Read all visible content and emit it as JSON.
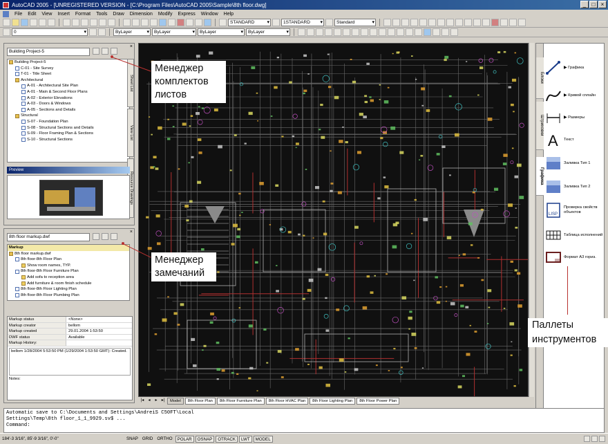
{
  "window": {
    "title": "AutoCAD 2005 - [UNREGISTERED VERSION - [C:\\Program Files\\AutoCAD 2005\\Sample\\8th floor.dwg]"
  },
  "menu": [
    "File",
    "Edit",
    "View",
    "Insert",
    "Format",
    "Tools",
    "Draw",
    "Dimension",
    "Modify",
    "Express",
    "Window",
    "Help"
  ],
  "toolbar": {
    "text_style": "STANDARD",
    "dim_style": "1STANDARD",
    "table_style": "Standard",
    "layer": "0",
    "color": "ByLayer",
    "linetype": "ByLayer",
    "lineweight": "ByLayer",
    "plotstyle": "ByLayer"
  },
  "sheet_set_manager": {
    "combo": "Building Project-5",
    "tabs": [
      "Sheet List",
      "View List",
      "Resource Drawings"
    ],
    "tree": [
      {
        "label": "Building Project-5",
        "level": 0,
        "type": "folder"
      },
      {
        "label": "C-01 - Site Survey",
        "level": 1,
        "type": "sheet"
      },
      {
        "label": "T-01 - Title Sheet",
        "level": 1,
        "type": "sheet"
      },
      {
        "label": "Architectural",
        "level": 1,
        "type": "folder"
      },
      {
        "label": "A-01 - Architectural Site Plan",
        "level": 2,
        "type": "sheet"
      },
      {
        "label": "A-01 - Main & Second Floor Plans",
        "level": 2,
        "type": "sheet"
      },
      {
        "label": "A-02 - Exterior Elevations",
        "level": 2,
        "type": "sheet"
      },
      {
        "label": "A-03 - Doors & Windows",
        "level": 2,
        "type": "sheet"
      },
      {
        "label": "A-05 - Sections and Details",
        "level": 2,
        "type": "sheet"
      },
      {
        "label": "Structural",
        "level": 1,
        "type": "folder"
      },
      {
        "label": "S-07 - Foundation Plan",
        "level": 2,
        "type": "sheet"
      },
      {
        "label": "S-08 - Structural Sections and Details",
        "level": 2,
        "type": "sheet"
      },
      {
        "label": "S-09 - Floor Framing Plan & Sections",
        "level": 2,
        "type": "sheet"
      },
      {
        "label": "S-10 - Structural Sections",
        "level": 2,
        "type": "sheet"
      }
    ],
    "preview_label": "Preview"
  },
  "markup_manager": {
    "combo": "8th floor markup.dwf",
    "tree": [
      {
        "label": "Markup",
        "level": 0,
        "type": "header"
      },
      {
        "label": "8th floor markup.dwf",
        "level": 0,
        "type": "folder"
      },
      {
        "label": "8th floor-8th Floor Plan",
        "level": 1,
        "type": "sheet"
      },
      {
        "label": "Show room names, TYP.",
        "level": 2,
        "type": "note"
      },
      {
        "label": "8th floor-8th Floor Furniture Plan",
        "level": 1,
        "type": "sheet"
      },
      {
        "label": "Add sofa to reception area",
        "level": 2,
        "type": "note"
      },
      {
        "label": "Add furniture & room finish schedule",
        "level": 2,
        "type": "note"
      },
      {
        "label": "8th floor-8th Floor Lighting Plan",
        "level": 1,
        "type": "sheet"
      },
      {
        "label": "8th floor-8th Floor Plumbing Plan",
        "level": 1,
        "type": "sheet"
      }
    ],
    "properties": [
      {
        "key": "Markup status",
        "value": "<None>"
      },
      {
        "key": "Markup creator",
        "value": "bellom"
      },
      {
        "key": "Markup created",
        "value": "29.01.2004 1:53:50"
      },
      {
        "key": "DWF status",
        "value": "Available"
      },
      {
        "key": "Markup History:",
        "value": ""
      }
    ],
    "history": "bellom 1/28/2004 5:53:50 PM (1/29/2004 1:53:50 GMT): Created.",
    "notes_label": "Notes:"
  },
  "layout_tabs": [
    "Model",
    "8th Floor Plan",
    "8th Floor Furniture Plan",
    "8th Floor HVAC Plan",
    "8th Floor Lighting Plan",
    "8th Floor Power Plan"
  ],
  "tool_palettes": {
    "tabs": [
      "Блоки",
      "Штриховки",
      "Графика"
    ],
    "tools": [
      {
        "label": "▶ Графика",
        "icon": "line-icon"
      },
      {
        "label": "▶ Кривой сплайн",
        "icon": "spline-icon"
      },
      {
        "label": "▶ Размеры",
        "icon": "dimension-icon"
      },
      {
        "label": "Текст",
        "icon": "text-icon"
      },
      {
        "label": "Заливка Тип 1",
        "icon": "gradient-icon"
      },
      {
        "label": "Заливка Тип 2",
        "icon": "gradient-icon"
      },
      {
        "label": "Проверка свойств объектов",
        "icon": "lisp-icon"
      },
      {
        "label": "Таблица исполнений",
        "icon": "table-icon"
      },
      {
        "label": "Формат А3 гориз.",
        "icon": "frame-icon"
      }
    ]
  },
  "callouts": {
    "sheet_set": "Менеджер комплектов листов",
    "markup": "Менеджер замечаний",
    "palettes": "Паллеты инструментов"
  },
  "command_line": [
    "Automatic save to C:\\Documents and Settings\\AndreiS C50FT\\Local",
    "Settings\\Temp\\8th floor_1_1_9929.sv$ ...",
    "Command:"
  ],
  "status": {
    "coords": "184'-3 3/16\", 85'-9 3/16\", 0'-0\"",
    "toggles": [
      "SNAP",
      "GRID",
      "ORTHO",
      "POLAR",
      "OSNAP",
      "OTRACK",
      "LWT",
      "MODEL"
    ]
  },
  "colors": {
    "accent": "#0a246a",
    "drawing_bg": "#101010",
    "callout_line": "#b8312f"
  }
}
